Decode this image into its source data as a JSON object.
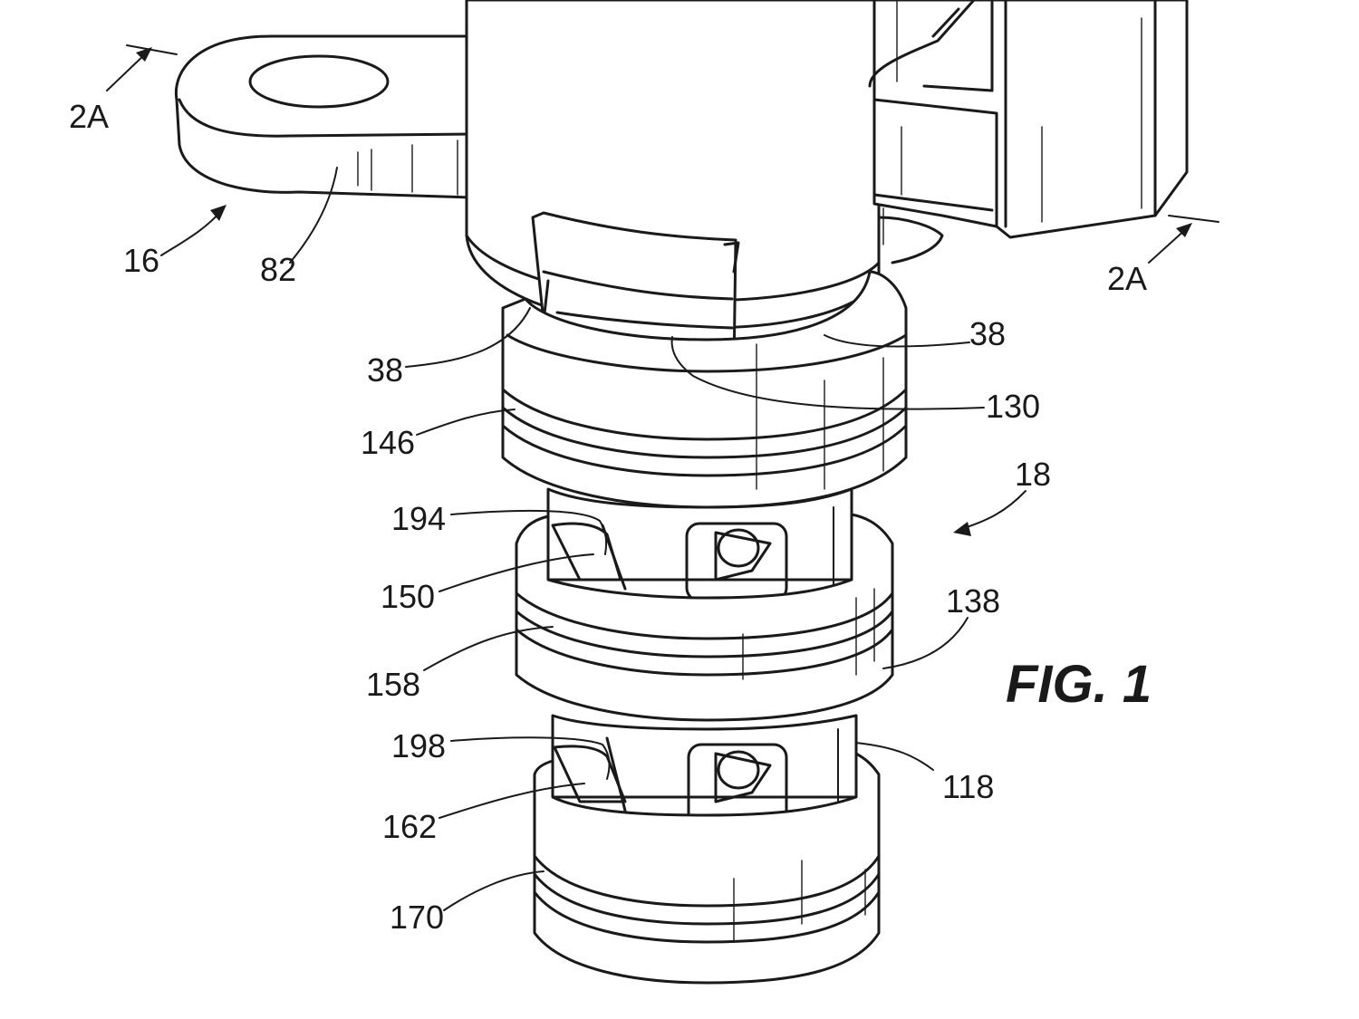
{
  "figure": {
    "label": "FIG. 1"
  },
  "section_marks": {
    "left": "2A",
    "right": "2A"
  },
  "refs": {
    "r16": "16",
    "r82": "82",
    "r38_left": "38",
    "r38_right": "38",
    "r130": "130",
    "r146": "146",
    "r18": "18",
    "r194": "194",
    "r150": "150",
    "r138": "138",
    "r158": "158",
    "r198": "198",
    "r118": "118",
    "r162": "162",
    "r170": "170"
  },
  "colors": {
    "ink": "#1a1a1a",
    "paper": "#ffffff"
  }
}
